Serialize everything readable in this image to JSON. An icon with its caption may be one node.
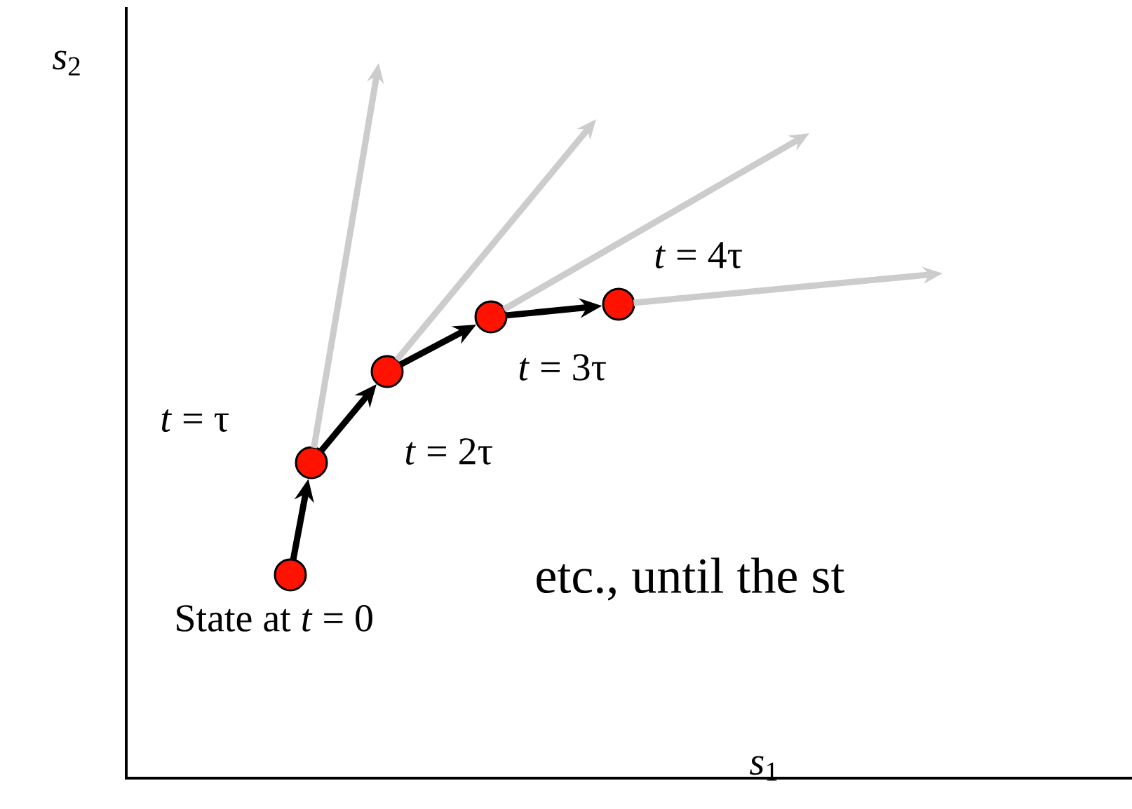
{
  "diagram": {
    "nodes": [
      {
        "text": [],
        "shape": "circle",
        "beside": [
          "State at *t* = 0"
        ]
      },
      {
        "text": [],
        "shape": "circle",
        "beside": [
          "*t* = τ"
        ]
      },
      {
        "text": [],
        "shape": "circle",
        "beside": [
          "*t* = 2τ"
        ]
      },
      {
        "text": [],
        "shape": "circle",
        "beside": [
          "*t* = 3τ"
        ]
      },
      {
        "text": [],
        "shape": "circle",
        "beside": [
          "*t* = 4τ"
        ]
      }
    ],
    "edges": [
      {
        "from": 0,
        "to": 1,
        "arrow": "to"
      },
      {
        "from": 1,
        "to": 2,
        "arrow": "to"
      },
      {
        "from": 2,
        "to": 3,
        "arrow": "to"
      },
      {
        "from": 3,
        "to": 4,
        "arrow": "to"
      },
      {
        "from": 1,
        "to": null,
        "arrow": "to",
        "color": "#cccccc"
      },
      {
        "from": 2,
        "to": null,
        "arrow": "to",
        "color": "#cccccc"
      },
      {
        "from": 3,
        "to": null,
        "arrow": "to",
        "color": "#cccccc"
      },
      {
        "from": 4,
        "to": null,
        "arrow": "to",
        "color": "#cccccc"
      }
    ],
    "labels": [
      "*s*$_{2}$",
      "*s*$_{1}$",
      "etc., until the st"
    ]
  }
}
